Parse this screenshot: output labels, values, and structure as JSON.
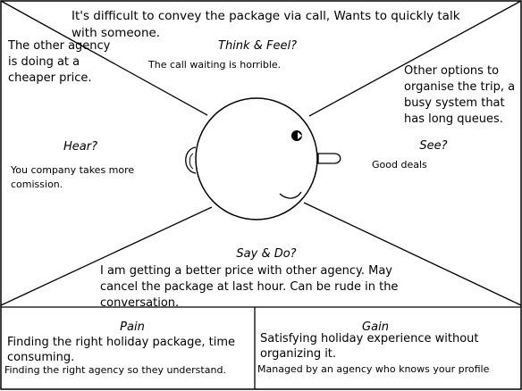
{
  "think_feel": {
    "heading": "Think & Feel?",
    "top_text": "It's difficult to convey the package via call, Wants to quickly talk with someone.",
    "note": "The call waiting is horrible."
  },
  "hear": {
    "heading": "Hear?",
    "top_text": "The other agency is doing at a cheaper price.",
    "note": "You company takes more comission."
  },
  "see": {
    "heading": "See?",
    "top_text": "Other options to organise the trip, a busy system that has long queues.",
    "note": "Good deals"
  },
  "say_do": {
    "heading": "Say & Do?",
    "text": "I am getting a better price with other agency. May cancel the package at last hour. Can be rude in the conversation."
  },
  "pain": {
    "heading": "Pain",
    "text": "Finding the right holiday package, time consuming.",
    "note": "Finding the right agency so they understand."
  },
  "gain": {
    "heading": "Gain",
    "text": "Satisfying holiday experience without organizing it.",
    "note": "Managed by an agency who knows your profile"
  }
}
